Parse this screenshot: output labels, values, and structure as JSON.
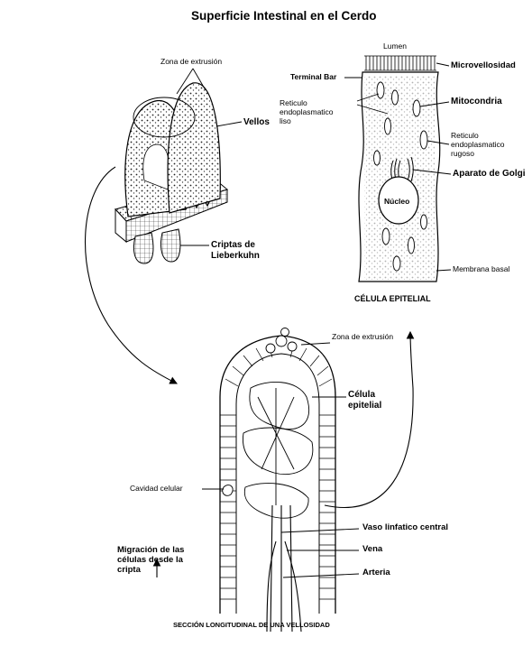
{
  "title": "Superficie Intestinal en el Cerdo",
  "villi": {
    "extrusion_zone": "Zona de extrusión",
    "villi": "Vellos",
    "crypts": "Criptas de\nLieberkuhn"
  },
  "epithelial_cell": {
    "lumen": "Lumen",
    "terminal_bar": "Terminal Bar",
    "microvilli": "Microvellosidad",
    "smooth_er": "Reticulo\nendoplasmatico\nliso",
    "mitochondria": "Mitocondria",
    "rough_er": "Reticulo\nendoplasmatico\nrugoso",
    "golgi": "Aparato de Golgi",
    "nucleus": "Núcleo",
    "basal_membrane": "Membrana basal",
    "caption": "CÉLULA EPITELIAL"
  },
  "longitudinal": {
    "extrusion_zone": "Zona de extrusión",
    "epithelial_cell": "Célula\nepitelial",
    "cell_cavity": "Cavidad celular",
    "lymphatic": "Vaso linfatico central",
    "vein": "Vena",
    "artery": "Arteria",
    "migration": "Migración de las\ncélulas desde la\ncripta",
    "caption": "SECCIÓN LONGITUDINAL DE UNA VELLOSIDAD"
  }
}
